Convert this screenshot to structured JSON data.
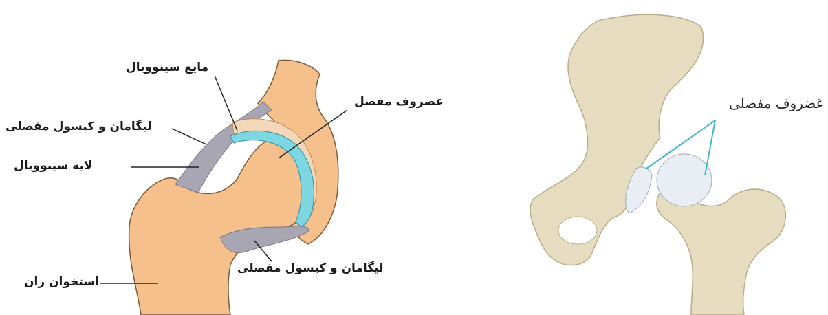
{
  "left_diagram": {
    "labels": {
      "synovial_fluid": "مایع سینوویال",
      "articular_cartilage": "غضروف مفصل",
      "ligament_capsule_upper": "لیگامان و کپسول مفصلی",
      "synovial_layer": "لایه سینوویال",
      "ligament_capsule_lower": "لیگامان و کپسول مفصلی",
      "femur": "استخوان ران"
    }
  },
  "right_diagram": {
    "labels": {
      "articular_cartilage": "غضروف مفصلی"
    }
  },
  "colors": {
    "bone_orange": "#f6c08c",
    "bone_outline": "#7a5a3a",
    "cartilage_blue": "#7dd7e3",
    "capsule_gray": "#a9a6b4",
    "bone_beige": "#e6dcc0",
    "cartilage_white": "#e8eef4",
    "pointer_cyan": "#3fb7c8"
  }
}
